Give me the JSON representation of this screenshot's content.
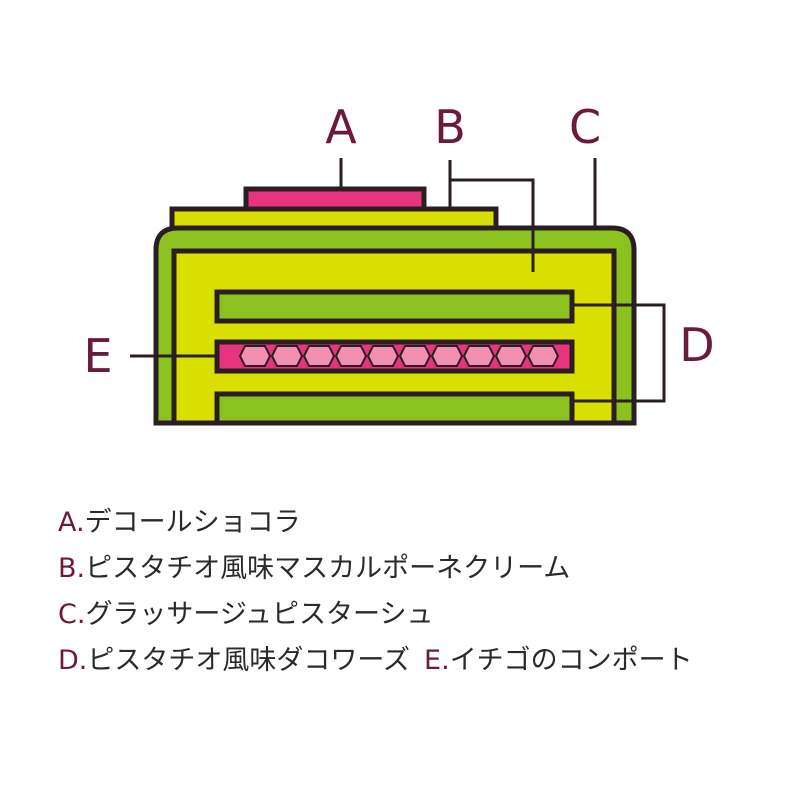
{
  "colors": {
    "outline": "#2b1e22",
    "label": "#6b1a3e",
    "lime": "#d9e000",
    "green": "#8cc220",
    "pink": "#e8347e",
    "light_pink": "#f08fb0"
  },
  "callouts": {
    "a": "A",
    "b": "B",
    "c": "C",
    "d": "D",
    "e": "E"
  },
  "legend": {
    "a": {
      "key": "A.",
      "text": "デコールショコラ"
    },
    "b": {
      "key": "B.",
      "text": "ピスタチオ風味マスカルポーネクリーム"
    },
    "c": {
      "key": "C.",
      "text": "グラッサージュピスターシュ"
    },
    "d": {
      "key": "D.",
      "text": "ピスタチオ風味ダコワーズ"
    },
    "e": {
      "key": "E.",
      "text": "イチゴのコンポート"
    }
  }
}
